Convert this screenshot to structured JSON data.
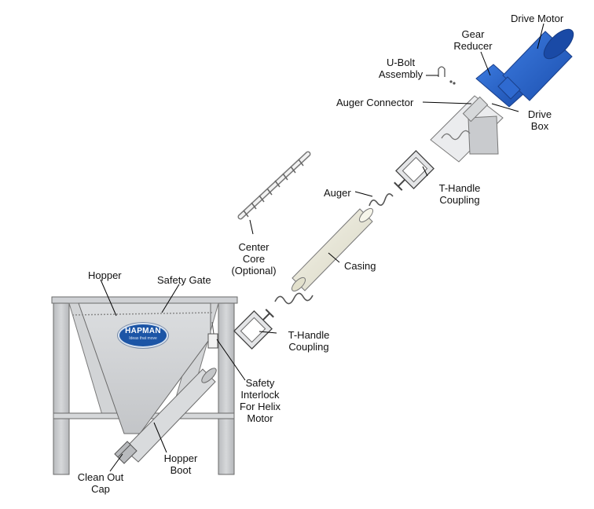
{
  "brand": {
    "name": "HAPMAN",
    "tagline": "Ideas that move"
  },
  "labels": {
    "drive_motor": "Drive Motor",
    "gear_reducer": "Gear\nReducer",
    "ubolt": "U-Bolt\nAssembly",
    "auger_connector": "Auger Connector",
    "drive_box": "Drive\nBox",
    "thandle_top": "T-Handle\nCoupling",
    "auger": "Auger",
    "center_core": "Center\nCore\n(Optional)",
    "casing": "Casing",
    "hopper": "Hopper",
    "safety_gate": "Safety Gate",
    "thandle_bottom": "T-Handle\nCoupling",
    "safety_interlock": "Safety\nInterlock\nFor Helix\nMotor",
    "hopper_boot": "Hopper\nBoot",
    "clean_out_cap": "Clean Out\nCap"
  },
  "colors": {
    "motor_blue": "#2a63c8",
    "frame_gray": "#c9cbce",
    "casing_cream": "#ecebdc",
    "line": "#5a5a5a"
  }
}
